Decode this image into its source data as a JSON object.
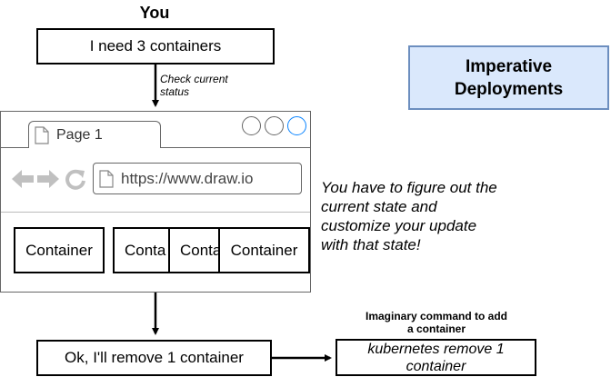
{
  "diagram": {
    "you_label": "You",
    "request": "I need 3 containers",
    "title_line1": "Imperative",
    "title_line2": "Deployments",
    "check_line1": "Check current",
    "check_line2": "status",
    "browser": {
      "tab_label": "Page 1",
      "url": "https://www.draw.io",
      "containers": [
        "Container",
        "Conta",
        "Conta",
        "Container"
      ]
    },
    "note_lines": [
      "You have to figure out the",
      "current state and",
      "customize your update",
      "with that state!"
    ],
    "remove": "Ok, I'll remove 1 container",
    "command_label_line1": "Imaginary command to add",
    "command_label_line2": "a container",
    "command_line1": "kubernetes remove 1",
    "command_line2": "container"
  },
  "colors": {
    "title_fill": "#dae8fc",
    "title_stroke": "#6c8ebf",
    "nav_icon": "#c0c0c0",
    "close_button": "#0a84ff"
  },
  "icons": [
    "page-icon",
    "back-arrow-icon",
    "forward-arrow-icon",
    "reload-icon"
  ]
}
